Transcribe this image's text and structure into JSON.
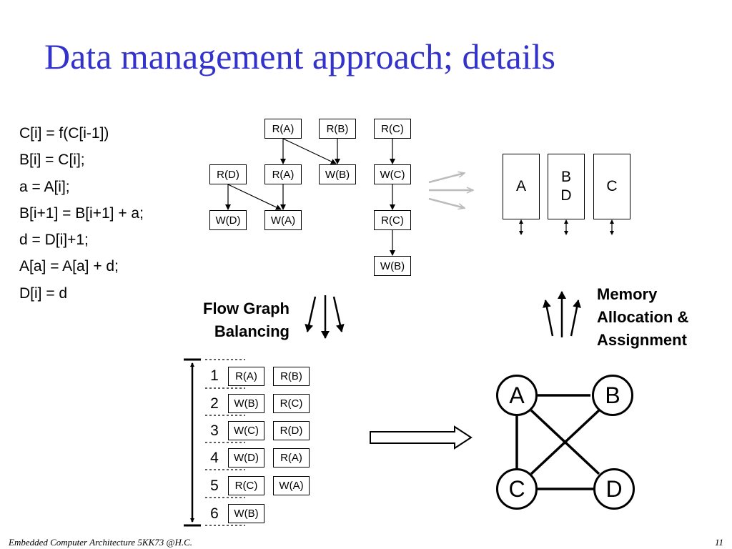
{
  "title": "Data management approach; details",
  "code_lines": [
    "C[i] = f(C[i-1])",
    "B[i] = C[i];",
    "a = A[i];",
    "B[i+1] = B[i+1] + a;",
    "d = D[i]+1;",
    "A[a] = A[a] + d;",
    "D[i] = d"
  ],
  "flow_graph": {
    "nodes": [
      "R(A)",
      "R(B)",
      "R(C)",
      "R(D)",
      "R(A)",
      "W(B)",
      "W(C)",
      "W(D)",
      "W(A)",
      "R(C)",
      "W(B)"
    ]
  },
  "memories": [
    {
      "line1": "A",
      "line2": ""
    },
    {
      "line1": "B",
      "line2": "D"
    },
    {
      "line1": "C",
      "line2": ""
    }
  ],
  "labels": {
    "flow_graph_balancing": [
      "Flow Graph",
      "Balancing"
    ],
    "memory_allocation": [
      "Memory",
      "Allocation &",
      "Assignment"
    ]
  },
  "schedule": {
    "rows": [
      {
        "num": "1",
        "a": "R(A)",
        "b": "R(B)"
      },
      {
        "num": "2",
        "a": "W(B)",
        "b": "R(C)"
      },
      {
        "num": "3",
        "a": "W(C)",
        "b": "R(D)"
      },
      {
        "num": "4",
        "a": "W(D)",
        "b": "R(A)"
      },
      {
        "num": "5",
        "a": "R(C)",
        "b": "W(A)"
      },
      {
        "num": "6",
        "a": "W(B)",
        "b": ""
      }
    ]
  },
  "conflict_graph": {
    "nodes": [
      "A",
      "B",
      "C",
      "D"
    ]
  },
  "footer": {
    "left": "Embedded Computer Architecture 5KK73 @H.C.",
    "page": "11"
  }
}
